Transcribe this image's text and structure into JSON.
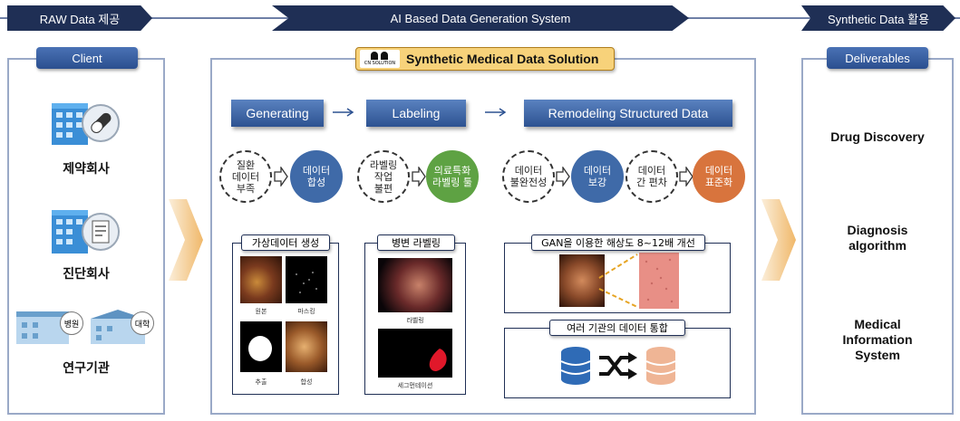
{
  "banners": {
    "left": "RAW Data 제공",
    "center": "AI Based Data Generation System",
    "right": "Synthetic Data 활용"
  },
  "client": {
    "title": "Client",
    "items": [
      {
        "label": "제약회사",
        "icon": "pharma-building-icon"
      },
      {
        "label": "진단회사",
        "icon": "diagnostic-building-icon"
      },
      {
        "label": "연구기관",
        "icon": "research-building-icon",
        "sign1": "병원",
        "sign2": "대학"
      }
    ]
  },
  "solution": {
    "logo_text": "CN SOLUTION",
    "title": "Synthetic Medical Data Solution",
    "steps": [
      "Generating",
      "Labeling",
      "Remodeling Structured Data"
    ],
    "problems": [
      "질환\n데이터\n부족",
      "라벨링\n작업\n불편",
      "데이터\n불완전성",
      "데이터\n간 편차"
    ],
    "solutions": [
      "데이터\n합성",
      "의료특화\n라벨링 툴",
      "데이터\n보강",
      "데이터\n표준화"
    ],
    "colors": {
      "blue": "#3f6aa8",
      "green": "#5ea243",
      "orange": "#d8743d"
    },
    "boxes": {
      "synthetic": {
        "title": "가상데이터 생성",
        "captions": [
          "원본",
          "마스킹",
          "추출",
          "합성"
        ]
      },
      "lesion": {
        "title": "병변 라벨링",
        "captions": [
          "라벨링",
          "세그먼테이션"
        ]
      },
      "gan": {
        "title": "GAN을 이용한 해상도 8~12배 개선"
      },
      "integration": {
        "title": "여러 기관의 데이터 통합"
      }
    }
  },
  "deliverables": {
    "title": "Deliverables",
    "items": [
      "Drug Discovery",
      "Diagnosis\nalgorithm",
      "Medical\nInformation\nSystem"
    ]
  }
}
